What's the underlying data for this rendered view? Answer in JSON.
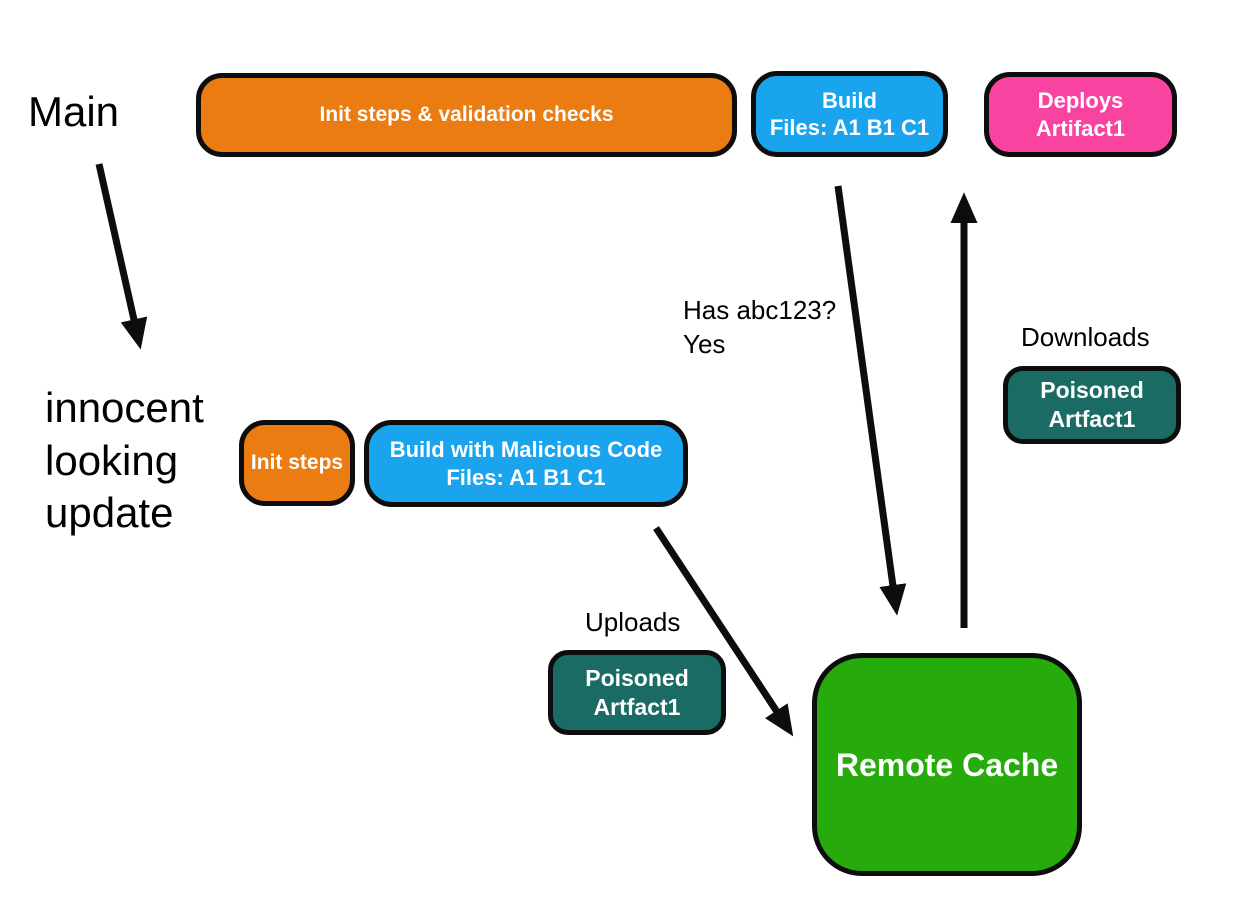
{
  "colors": {
    "orange": "#EA7C12",
    "blue": "#1BA4EE",
    "pink": "#F943A1",
    "teal": "#196B63",
    "green": "#27AB0C",
    "border": "#0D0D0D",
    "background": "#FFFFFF",
    "node_text": "#FFFFFF",
    "text": "#000000"
  },
  "labels": {
    "main": "Main",
    "innocent_update": "innocent\nlooking\nupdate",
    "has_abc": "Has abc123?\nYes",
    "uploads": "Uploads",
    "downloads": "Downloads"
  },
  "nodes": {
    "init_validation": "Init steps & validation checks",
    "build": "Build\nFiles: A1 B1 C1",
    "deploys": "Deploys\nArtifact1",
    "init_steps": "Init steps",
    "malicious_build": "Build with Malicious Code\nFiles: A1 B1 C1",
    "poisoned_download": "Poisoned\nArtfact1",
    "poisoned_upload": "Poisoned\nArtfact1",
    "remote_cache": "Remote Cache"
  }
}
